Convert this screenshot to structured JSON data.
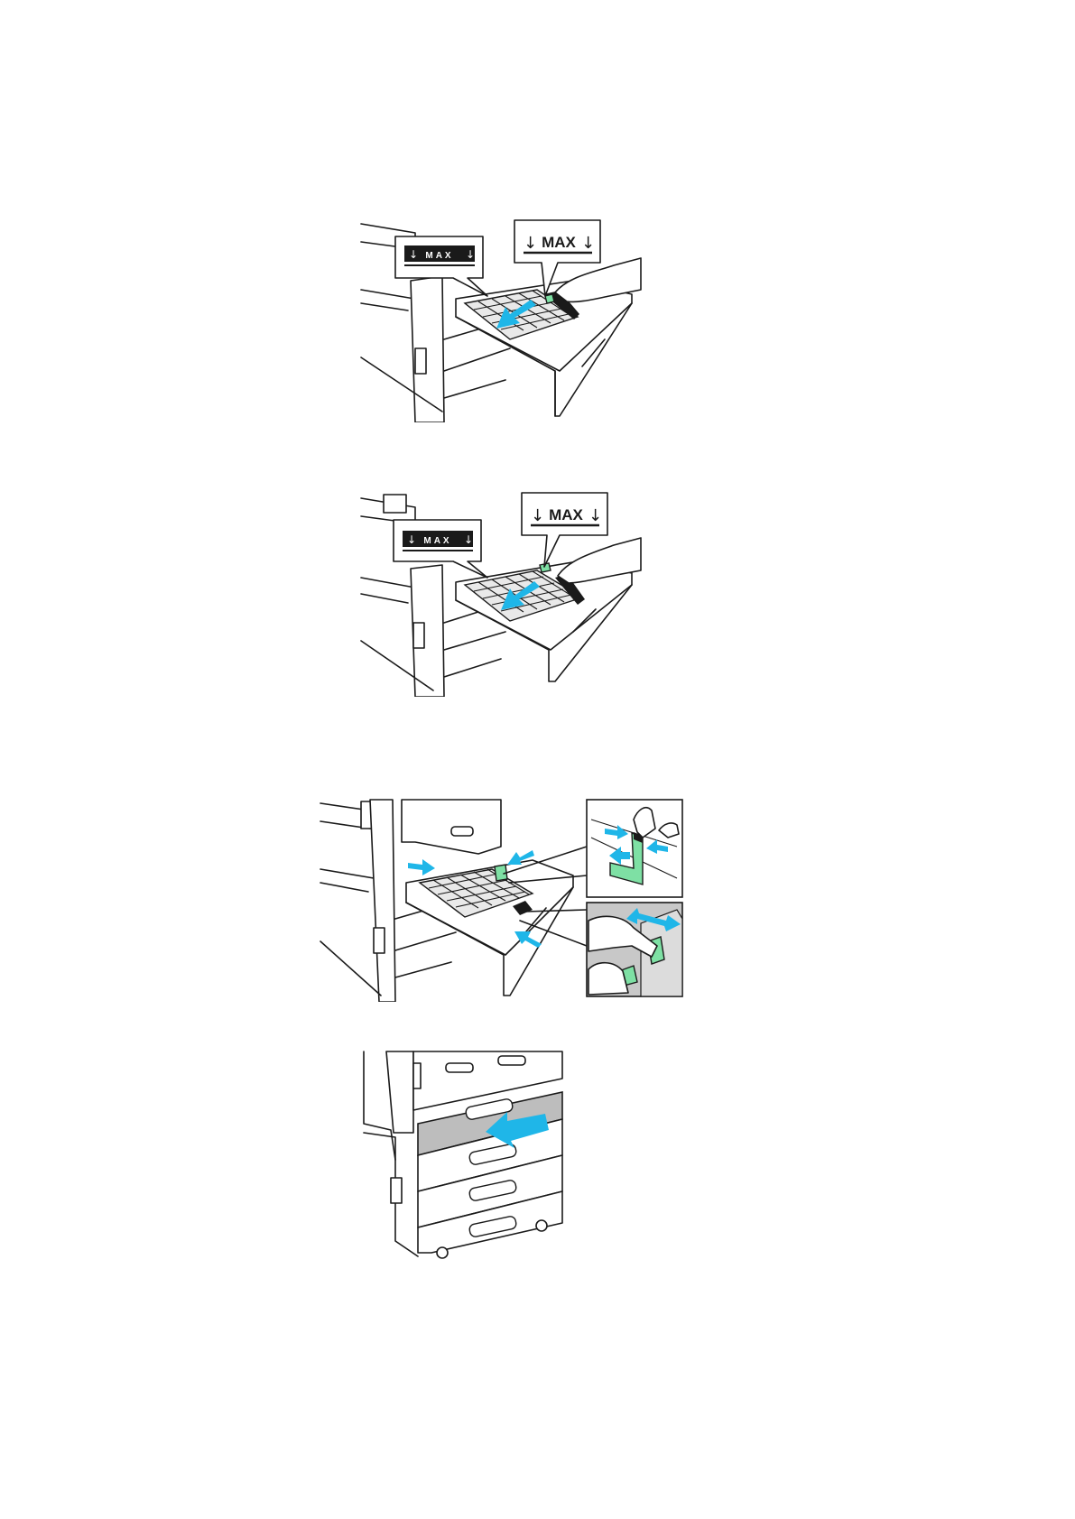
{
  "figures": [
    {
      "callout_left_label": "MAX",
      "callout_right_label": "MAX"
    },
    {
      "callout_left_label": "MAX",
      "callout_right_label": "MAX"
    },
    {},
    {}
  ],
  "colors": {
    "arrow": "#1fb6e8",
    "guide": "#7ee0a4",
    "tray_highlight": "#bdbdbd"
  },
  "icons": [
    "down-arrow-icon",
    "push-arrow-icon",
    "squeeze-arrow-icon"
  ]
}
